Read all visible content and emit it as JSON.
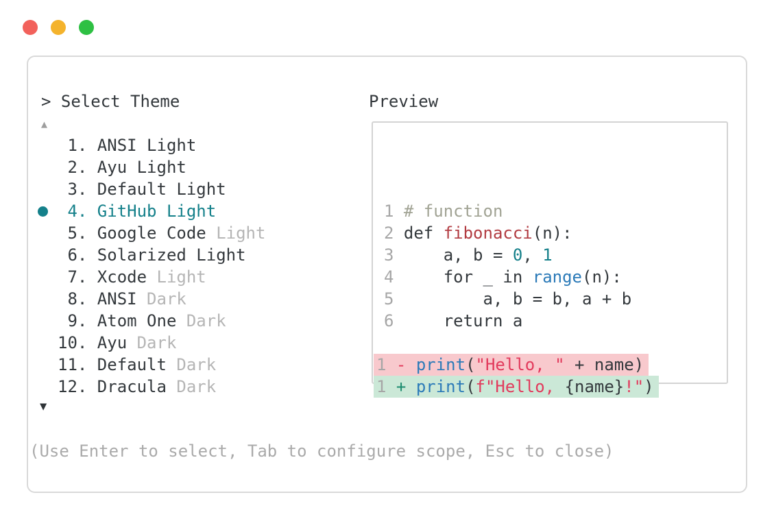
{
  "window_controls": {
    "traffic_lights": [
      {
        "name": "close",
        "color": "#f2615b"
      },
      {
        "name": "minimize",
        "color": "#f4b32c"
      },
      {
        "name": "maximize",
        "color": "#2ec043"
      }
    ]
  },
  "header": {
    "prompt": "> ",
    "title": "Select Theme"
  },
  "list": {
    "up_indicator": "▲",
    "down_indicator": "▼",
    "selected_item": "GitHub Light",
    "items": [
      {
        "number": " 1. ",
        "name": "ANSI Light",
        "muted": "",
        "selected": false
      },
      {
        "number": " 2. ",
        "name": "Ayu Light",
        "muted": "",
        "selected": false
      },
      {
        "number": " 3. ",
        "name": "Default Light",
        "muted": "",
        "selected": false
      },
      {
        "number": " 4. ",
        "name": "GitHub Light",
        "muted": "",
        "selected": true
      },
      {
        "number": " 5. ",
        "name": "Google Code",
        "muted": " Light",
        "selected": false
      },
      {
        "number": " 6. ",
        "name": "Solarized Light",
        "muted": "",
        "selected": false
      },
      {
        "number": " 7. ",
        "name": "Xcode",
        "muted": " Light",
        "selected": false
      },
      {
        "number": " 8. ",
        "name": "ANSI",
        "muted": " Dark",
        "selected": false
      },
      {
        "number": " 9. ",
        "name": "Atom One",
        "muted": " Dark",
        "selected": false
      },
      {
        "number": "10. ",
        "name": "Ayu",
        "muted": " Dark",
        "selected": false
      },
      {
        "number": "11. ",
        "name": "Default",
        "muted": " Dark",
        "selected": false
      },
      {
        "number": "12. ",
        "name": "Dracula",
        "muted": " Dark",
        "selected": false
      }
    ]
  },
  "preview": {
    "label": "Preview",
    "lines": [
      {
        "type": "code",
        "tokens": [
          {
            "text": "1 ",
            "role": "linenum"
          },
          {
            "text": "# function",
            "role": "comment"
          }
        ]
      },
      {
        "type": "code",
        "tokens": [
          {
            "text": "2 ",
            "role": "linenum"
          },
          {
            "text": "def ",
            "role": "plain"
          },
          {
            "text": "fibonacci",
            "role": "function"
          },
          {
            "text": "(n):",
            "role": "plain"
          }
        ]
      },
      {
        "type": "code",
        "tokens": [
          {
            "text": "3 ",
            "role": "linenum"
          },
          {
            "text": "    a, b = ",
            "role": "plain"
          },
          {
            "text": "0",
            "role": "number"
          },
          {
            "text": ", ",
            "role": "plain"
          },
          {
            "text": "1",
            "role": "number"
          }
        ]
      },
      {
        "type": "code",
        "tokens": [
          {
            "text": "4 ",
            "role": "linenum"
          },
          {
            "text": "    for _ in ",
            "role": "plain"
          },
          {
            "text": "range",
            "role": "builtin"
          },
          {
            "text": "(n):",
            "role": "plain"
          }
        ]
      },
      {
        "type": "code",
        "tokens": [
          {
            "text": "5 ",
            "role": "linenum"
          },
          {
            "text": "        a, b = b, a + b",
            "role": "plain"
          }
        ]
      },
      {
        "type": "code",
        "tokens": [
          {
            "text": "6 ",
            "role": "linenum"
          },
          {
            "text": "    return a",
            "role": "plain"
          }
        ]
      },
      {
        "type": "blank",
        "tokens": []
      },
      {
        "type": "removed",
        "tokens": [
          {
            "text": "1 ",
            "role": "linenum"
          },
          {
            "text": "-",
            "role": "removed-sign"
          },
          {
            "text": " ",
            "role": "plain"
          },
          {
            "text": "print",
            "role": "builtin"
          },
          {
            "text": "(",
            "role": "plain"
          },
          {
            "text": "\"Hello, \"",
            "role": "string"
          },
          {
            "text": " + name)",
            "role": "plain"
          }
        ]
      },
      {
        "type": "added",
        "tokens": [
          {
            "text": "1 ",
            "role": "linenum"
          },
          {
            "text": "+",
            "role": "added-sign"
          },
          {
            "text": " ",
            "role": "plain"
          },
          {
            "text": "print",
            "role": "builtin"
          },
          {
            "text": "(",
            "role": "plain"
          },
          {
            "text": "f\"Hello, ",
            "role": "string"
          },
          {
            "text": "{name}",
            "role": "plain"
          },
          {
            "text": "!\"",
            "role": "string"
          },
          {
            "text": ")",
            "role": "plain"
          }
        ]
      }
    ]
  },
  "footer": {
    "help": "(Use Enter to select, Tab to configure scope, Esc to close)"
  },
  "colors": {
    "accent_teal": "#14808a",
    "removed_line_bg": "#f8c9cd",
    "added_line_bg": "#cbe8d7",
    "string_red": "#e23a5c",
    "builtin_blue": "#2b7ab8",
    "function_red": "#b23c42",
    "comment_gray": "#a1a394",
    "muted_gray": "#b5b5b5",
    "window_border": "#d9d9d9"
  }
}
